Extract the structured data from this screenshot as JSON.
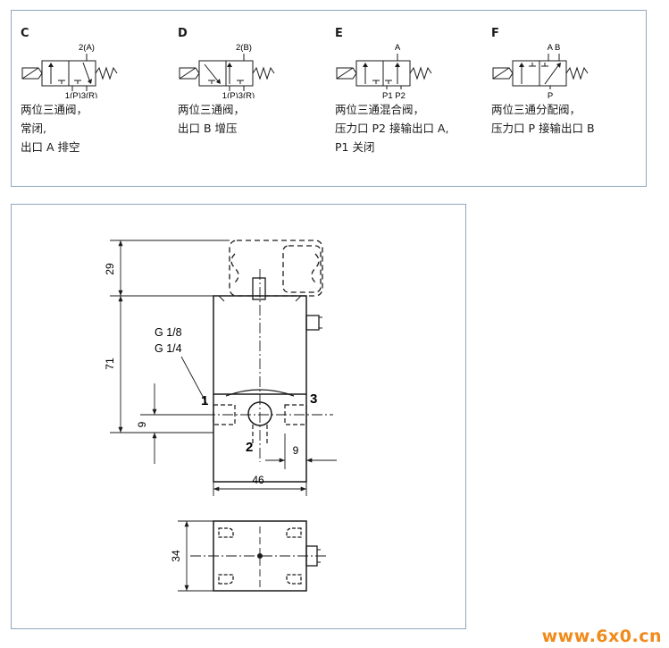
{
  "symbols": [
    {
      "letter": "C",
      "port_top": "2(A)",
      "port_bottom": "1(P)3(R)",
      "lines": [
        "两位三通阀，",
        "常闭,",
        "出口 A 排空"
      ]
    },
    {
      "letter": "D",
      "port_top": "2(B)",
      "port_bottom": "1(P)3(R)",
      "lines": [
        "两位三通阀，",
        "出口 B 增压"
      ]
    },
    {
      "letter": "E",
      "port_top": "A",
      "port_bottom": "P1 P2",
      "lines": [
        "两位三通混合阀，",
        "压力口 P2 接输出口 A,",
        "P1 关闭"
      ]
    },
    {
      "letter": "F",
      "port_top": "A  B",
      "port_bottom": "P",
      "lines": [
        "两位三通分配阀，",
        "压力口 P 接输出口 B"
      ]
    }
  ],
  "drawing": {
    "dim_29": "29",
    "dim_71": "71",
    "dim_9_vertical": "9",
    "dim_9_horizontal": "9",
    "dim_46": "46",
    "dim_34": "34",
    "thread_1": "G 1/8",
    "thread_2": "G 1/4",
    "port_1": "1",
    "port_2": "2",
    "port_3": "3"
  },
  "watermark": "www.6x0.cn",
  "colors": {
    "panel_border": "#8fa7c0",
    "watermark": "#f08a1a",
    "line": "#1a1a1a"
  }
}
